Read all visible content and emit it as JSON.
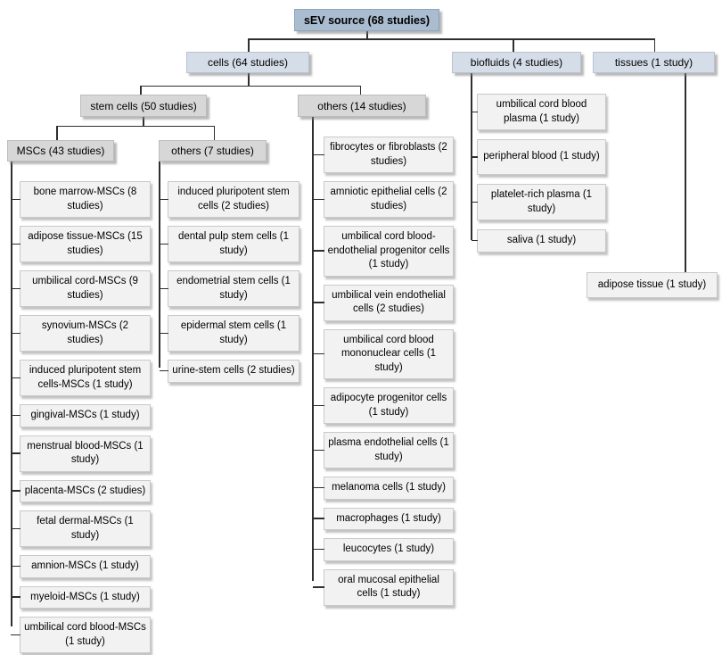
{
  "diagram": {
    "root": "sEV source (68 studies)",
    "cells": {
      "label": "cells (64 studies)",
      "stem_cells": {
        "label": "stem cells (50 studies)",
        "mscs": {
          "label": "MSCs (43 studies)",
          "children": [
            "bone marrow-MSCs (8 studies)",
            "adipose tissue-MSCs (15 studies)",
            "umbilical cord-MSCs (9 studies)",
            "synovium-MSCs (2 studies)",
            "induced pluripotent stem cells-MSCs (1 study)",
            "gingival-MSCs (1 study)",
            "menstrual blood-MSCs (1 study)",
            "placenta-MSCs (2 studies)",
            "fetal dermal-MSCs (1 study)",
            "amnion-MSCs (1 study)",
            "myeloid-MSCs (1 study)",
            "umbilical cord blood-MSCs (1 study)"
          ]
        },
        "others": {
          "label": "others (7 studies)",
          "children": [
            "induced pluripotent stem cells (2 studies)",
            "dental pulp stem cells (1 study)",
            "endometrial stem cells (1 study)",
            "epidermal stem cells (1 study)",
            "urine-stem cells (2 studies)"
          ]
        }
      },
      "others": {
        "label": "others (14 studies)",
        "children": [
          "fibrocytes or fibroblasts (2 studies)",
          "amniotic epithelial cells (2 studies)",
          "umbilical cord blood-endothelial progenitor cells (1 study)",
          "umbilical vein endothelial cells (2 studies)",
          "umbilical cord blood mononuclear cells (1 study)",
          "adipocyte progenitor cells (1 study)",
          "plasma endothelial cells (1 study)",
          "melanoma cells (1 study)",
          "macrophages (1 study)",
          "leucocytes (1 study)",
          "oral mucosal epithelial cells (1 study)"
        ]
      }
    },
    "biofluids": {
      "label": "biofluids (4 studies)",
      "children": [
        "umbilical cord blood plasma (1 study)",
        "peripheral blood (1 study)",
        "platelet-rich plasma (1 study)",
        "saliva (1 study)"
      ]
    },
    "tissues": {
      "label": "tissues (1 study)",
      "children": [
        "adipose tissue (1 study)"
      ]
    }
  },
  "colors": {
    "root_box": "#a9bcd0",
    "level2_box": "#d5dde8",
    "group_box": "#d7d7d7",
    "leaf_box": "#f2f2f2",
    "connector": "#2f2f2f"
  }
}
